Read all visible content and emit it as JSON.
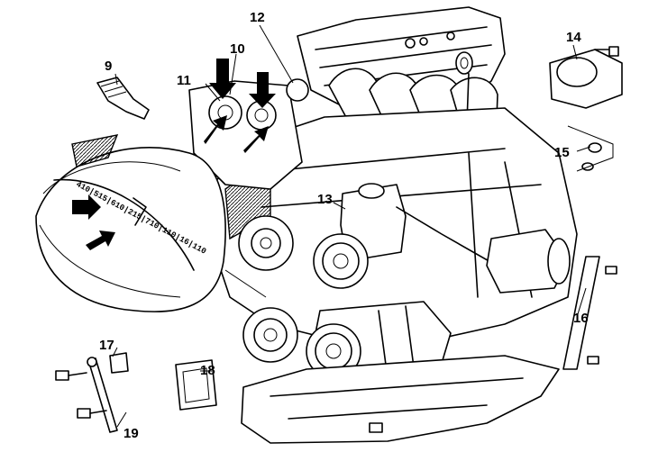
{
  "callouts": [
    {
      "id": "9",
      "text": "9"
    },
    {
      "id": "10",
      "text": "10"
    },
    {
      "id": "11",
      "text": "11"
    },
    {
      "id": "12",
      "text": "12"
    },
    {
      "id": "13",
      "text": "13"
    },
    {
      "id": "14",
      "text": "14"
    },
    {
      "id": "15",
      "text": "15"
    },
    {
      "id": "16",
      "text": "16"
    },
    {
      "id": "17",
      "text": "17"
    },
    {
      "id": "18",
      "text": "18"
    },
    {
      "id": "19",
      "text": "19"
    }
  ],
  "detail_inset": {
    "scale_marks": "410|515|610|215|710|110|16|110"
  },
  "colors": {
    "ink": "#000000",
    "paper": "#ffffff"
  }
}
